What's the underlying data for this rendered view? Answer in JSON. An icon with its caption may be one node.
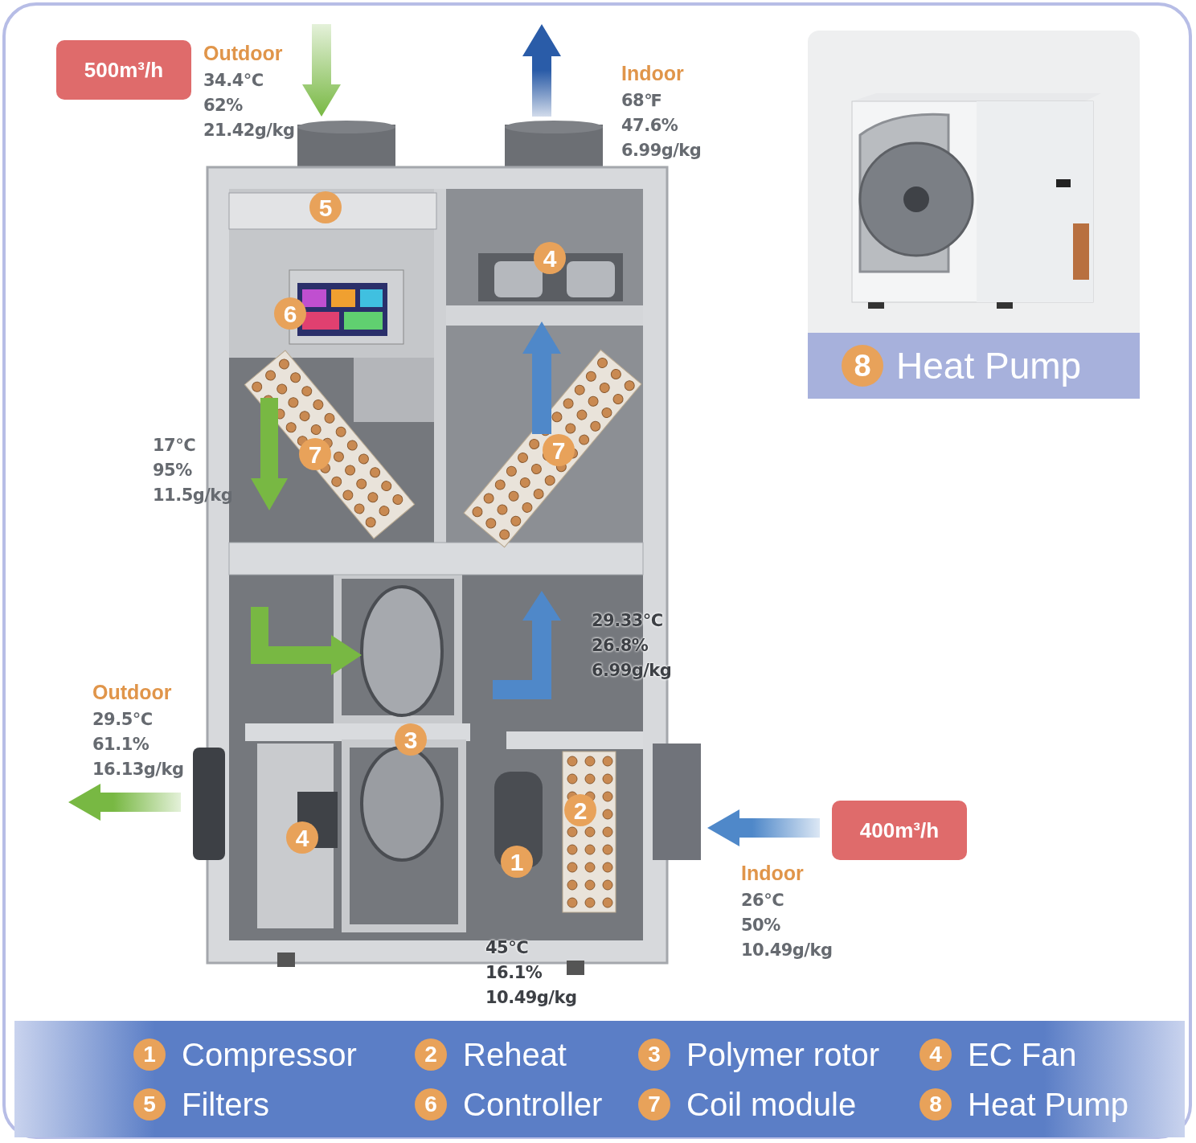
{
  "diagram": {
    "nodes": [
      {
        "text": [
          "500m³/h"
        ]
      },
      {
        "text": [
          "400m³/h"
        ]
      },
      {
        "text": [
          "8",
          "Heat Pump"
        ]
      },
      {
        "text": [
          "1",
          "Compressor",
          "2",
          "Reheat",
          "3",
          "Polymer rotor",
          "4",
          "EC Fan",
          "5",
          "Filters",
          "6",
          "Controller",
          "7",
          "Coil module",
          "8",
          "Heat Pump"
        ]
      }
    ],
    "labels": [
      "Outdoor",
      "34.4℃",
      "62%",
      "21.42g/kg",
      "Indoor",
      "68℉",
      "47.6%",
      "6.99g/kg",
      "5",
      "4",
      "6",
      "17℃",
      "95%",
      "11.5g/kg",
      "7",
      "7",
      "29.33℃",
      "26.8%",
      "6.99g/kg",
      "Outdoor",
      "29.5℃",
      "61.1%",
      "16.13g/kg",
      "3",
      "2",
      "4",
      "1",
      "Indoor",
      "26℃",
      "50%",
      "10.49g/kg",
      "45℃",
      "16.1%",
      "10.49g/kg"
    ]
  }
}
